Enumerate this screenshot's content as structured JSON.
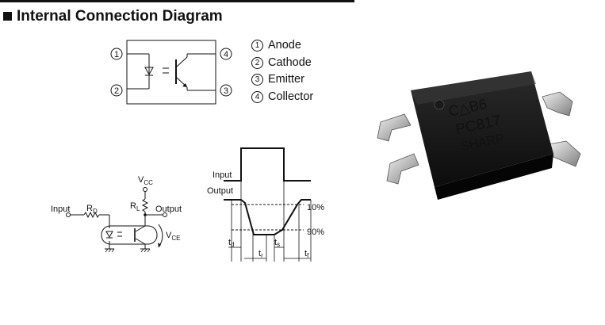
{
  "title": "Internal Connection Diagram",
  "pins": [
    {
      "num": "1",
      "name": "Anode"
    },
    {
      "num": "2",
      "name": "Cathode"
    },
    {
      "num": "3",
      "name": "Emitter"
    },
    {
      "num": "4",
      "name": "Collector"
    }
  ],
  "circuit": {
    "input": "Input",
    "rd": "R",
    "rd_sub": "D",
    "vcc": "V",
    "vcc_sub": "CC",
    "rl": "R",
    "rl_sub": "L",
    "output": "Output",
    "vce": "V",
    "vce_sub": "CE"
  },
  "timing": {
    "input": "Input",
    "output": "Output",
    "pct10": "10%",
    "pct90": "90%",
    "td": "t",
    "td_sub": "d",
    "tr": "t",
    "tr_sub": "r",
    "ts": "t",
    "ts_sub": "s",
    "tf": "t",
    "tf_sub": "f"
  },
  "marking": {
    "line1": "C△B6",
    "line2": "PC817",
    "line3": "SHARP"
  }
}
